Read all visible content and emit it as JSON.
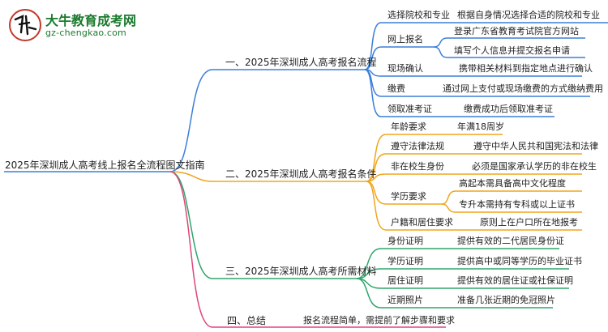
{
  "logo": {
    "title": "大牛教育成考网",
    "url": "gz-chengkao.com"
  },
  "root": "2025年深圳成人高考线上报名全流程图文指南",
  "branches": [
    {
      "title": "一、2025年深圳成人高考报名流程",
      "color": "#3b7fd9",
      "items": [
        {
          "label": "选择院校和专业",
          "details": [
            "根据自身情况选择合适的院校和专业"
          ]
        },
        {
          "label": "网上报名",
          "details": [
            "登录广东省教育考试院官方网站",
            "填写个人信息并提交报名申请"
          ]
        },
        {
          "label": "现场确认",
          "details": [
            "携带相关材料到指定地点进行确认"
          ]
        },
        {
          "label": "缴费",
          "details": [
            "通过网上支付或现场缴费的方式缴纳费用"
          ]
        },
        {
          "label": "领取准考证",
          "details": [
            "缴费成功后领取准考证"
          ]
        }
      ]
    },
    {
      "title": "二、2025年深圳成人高考报名条件",
      "color": "#f0a51c",
      "items": [
        {
          "label": "年龄要求",
          "details": [
            "年满18周岁"
          ]
        },
        {
          "label": "遵守法律法规",
          "details": [
            "遵守中华人民共和国宪法和法律"
          ]
        },
        {
          "label": "非在校生身份",
          "details": [
            "必须是国家承认学历的非在校生"
          ]
        },
        {
          "label": "学历要求",
          "details": [
            "高起本需具备高中文化程度",
            "专升本需持有专科或以上证书"
          ]
        },
        {
          "label": "户籍和居住要求",
          "details": [
            "原则上在户口所在地报考"
          ]
        }
      ]
    },
    {
      "title": "三、2025年深圳成人高考所需材料",
      "color": "#2ea66c",
      "items": [
        {
          "label": "身份证明",
          "details": [
            "提供有效的二代居民身份证"
          ]
        },
        {
          "label": "学历证明",
          "details": [
            "提供高中或同等学历的毕业证书"
          ]
        },
        {
          "label": "居住证明",
          "details": [
            "提供有效的居住证或社保证明"
          ]
        },
        {
          "label": "近期照片",
          "details": [
            "准备几张近期的免冠照片"
          ]
        }
      ]
    },
    {
      "title": "四、总结",
      "color": "#e0457a",
      "items": [],
      "summary": "报名流程简单，需提前了解步骤和要求"
    }
  ]
}
